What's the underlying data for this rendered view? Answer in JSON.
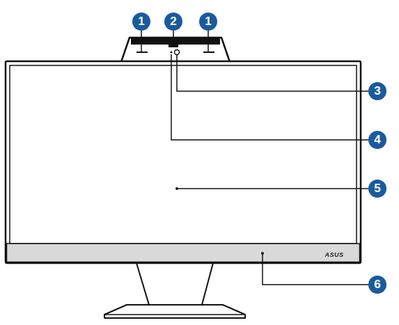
{
  "diagram": {
    "labels": [
      "1",
      "2",
      "1",
      "3",
      "4",
      "5",
      "6",
      "ASUS"
    ]
  }
}
